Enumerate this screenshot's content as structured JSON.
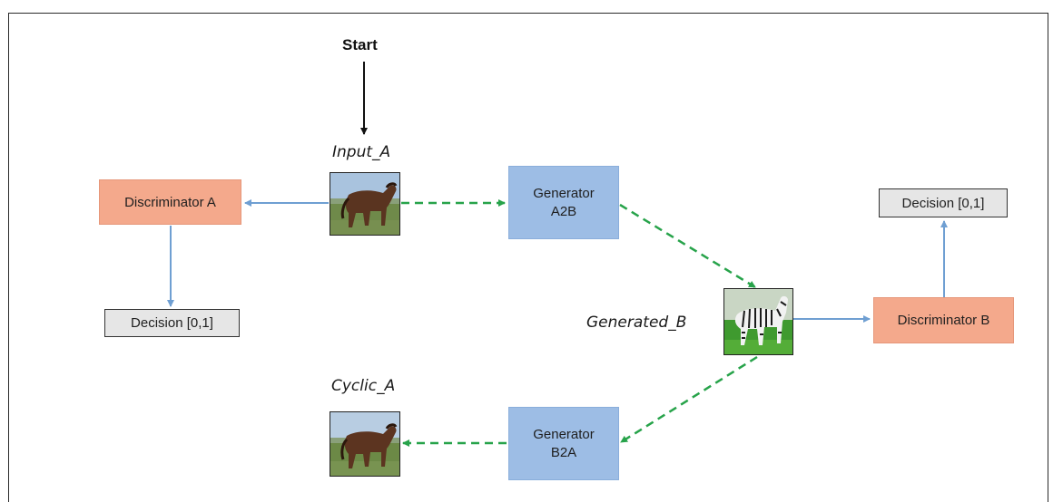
{
  "start_label": "Start",
  "labels": {
    "input_a": "Input_A",
    "generated_b": "Generated_B",
    "cyclic_a": "Cyclic_A"
  },
  "discriminator_a": "Discriminator A",
  "discriminator_b": "Discriminator B",
  "decision_a": "Decision [0,1]",
  "decision_b": "Decision [0,1]",
  "generator_a2b": {
    "line1": "Generator",
    "line2": "A2B"
  },
  "generator_b2a": {
    "line1": "Generator",
    "line2": "B2A"
  },
  "images": {
    "input_a": "horse-image",
    "generated_b": "zebra-image",
    "cyclic_a": "horse-image"
  },
  "colors": {
    "discriminator": "#f4a98c",
    "generator": "#9dbde5",
    "decision": "#e6e6e6",
    "solid_arrow": "#6f9fd2",
    "dashed_arrow": "#27a34a"
  }
}
